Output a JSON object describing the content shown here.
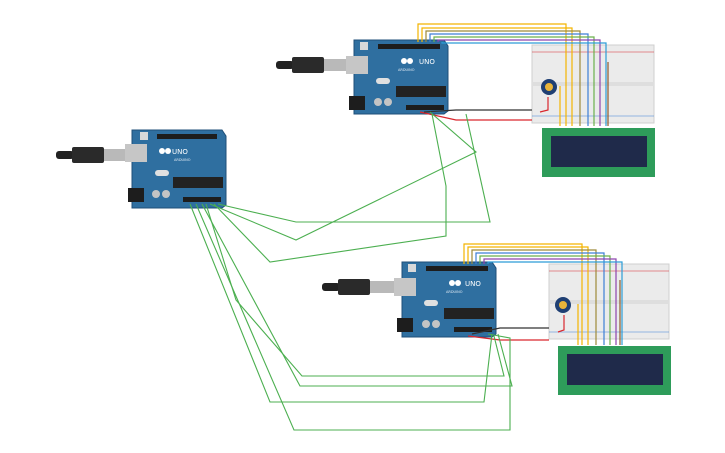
{
  "circuit": {
    "boards": [
      {
        "id": "board-1",
        "logo": "UNO",
        "brand": "ARDUINO"
      },
      {
        "id": "board-2",
        "logo": "UNO",
        "brand": "ARDUINO"
      },
      {
        "id": "board-3",
        "logo": "UNO",
        "brand": "ARDUINO"
      }
    ],
    "colors": {
      "board": "#2f6fa0",
      "board_edge": "#1f4f78",
      "header": "#1d1d1d",
      "chip": "#222222",
      "breadboard": "#ebebeb",
      "lcd_frame": "#2e9c5a",
      "lcd_screen": "#1f2a4a",
      "wire_green": "#4caf50",
      "wire_red": "#d9272e",
      "wire_black": "#333333",
      "bus_wires": [
        "#f4b400",
        "#f4b400",
        "#9e8a3a",
        "#3d7fd6",
        "#6ab04c",
        "#8e44ad",
        "#2c9cd6"
      ]
    }
  }
}
